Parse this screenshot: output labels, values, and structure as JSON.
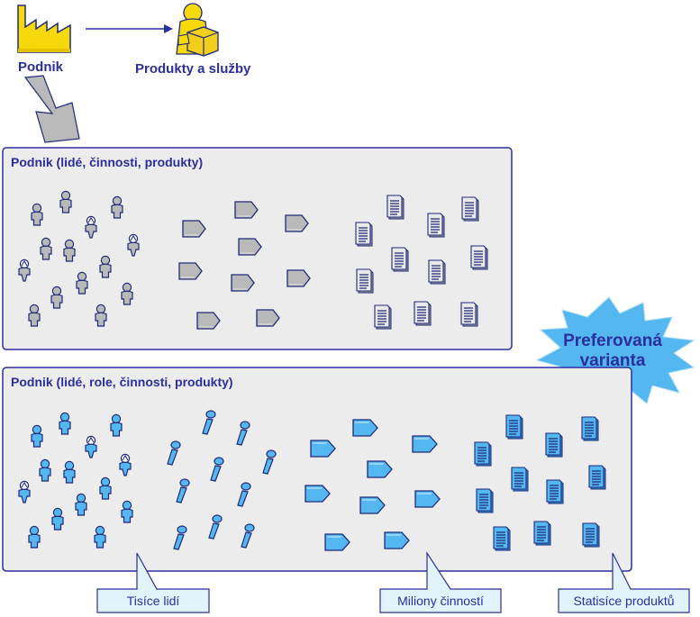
{
  "top": {
    "factory_label": "Podnik",
    "products_label": "Produkty a služby"
  },
  "panel_old": {
    "title": "Podnik (lidé, činnosti, produkty)"
  },
  "panel_new": {
    "title": "Podnik (lidé, role, činnosti, produkty)"
  },
  "burst": {
    "line1": "Preferovaná",
    "line2": "varianta"
  },
  "callouts": {
    "people": "Tisíce lidí",
    "activities": "Miliony činností",
    "products": "Statisíce produktů"
  },
  "colors": {
    "text": "#2b2f9e",
    "panel_fill": "#ececec",
    "panel_border": "#2b2f9e",
    "gray_fill": "#b9b9b9",
    "blue_fill": "#55b7f0",
    "blue_light": "#e3f3fc",
    "burst_fill": "#55b7f0",
    "factory_fill": "#f5d90b",
    "person_yellow": "#f5d90b"
  },
  "icons": {
    "factory": "factory-icon",
    "products": "worker-with-boxes-icon",
    "person": "person-icon",
    "engineer": "engineer-icon",
    "role": "role-figure-icon",
    "activity": "activity-tag-icon",
    "document": "document-icon"
  }
}
